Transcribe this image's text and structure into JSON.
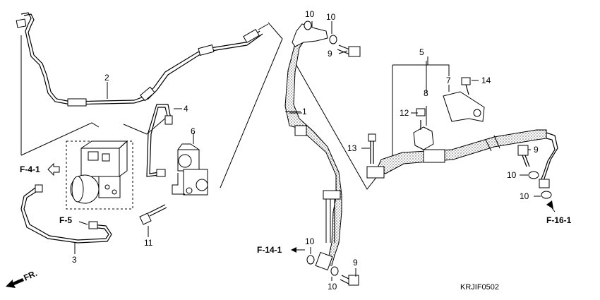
{
  "diagram": {
    "part_numbers": {
      "n1": "1",
      "n2": "2",
      "n3": "3",
      "n4": "4",
      "n5": "5",
      "n6": "6",
      "n7": "7",
      "n8": "8",
      "n9a": "9",
      "n9b": "9",
      "n9c": "9",
      "n10a": "10",
      "n10b": "10",
      "n10c": "10",
      "n10d": "10",
      "n10e": "10",
      "n10f": "10",
      "n11": "11",
      "n12": "12",
      "n13": "13",
      "n14": "14"
    },
    "refs": {
      "f41": "F-4-1",
      "f5": "F-5",
      "f141": "F-14-1",
      "f161": "F-16-1"
    },
    "front_label": "FR.",
    "code": "KRJIF0502"
  }
}
